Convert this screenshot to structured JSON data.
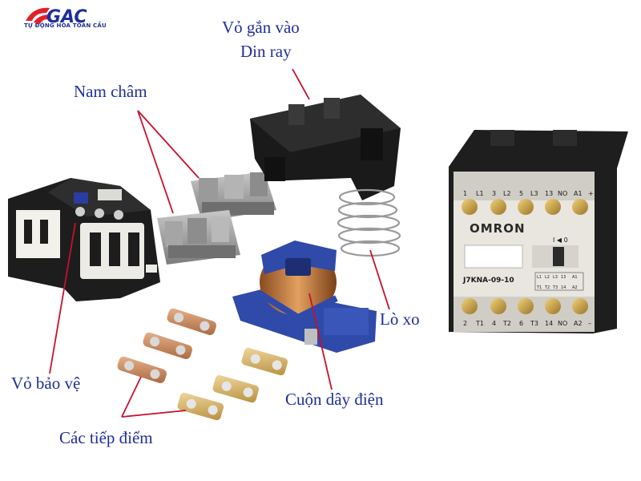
{
  "logo": {
    "mark": "GAC",
    "tagline": "TỰ ĐỘNG HÓA TOÀN CẦU",
    "colors": {
      "red": "#e21f26",
      "blue": "#1f2f98"
    }
  },
  "labels": {
    "housing_din": [
      "Vỏ gắn vào",
      "Din ray"
    ],
    "magnet": "Nam châm",
    "spring": "Lò xo",
    "coil": "Cuộn dây điện",
    "cover": "Vỏ bảo vệ",
    "contacts": "Các tiếp điểm"
  },
  "product": {
    "brand": "OMRON",
    "model": "J7KNA-09-10",
    "top_terminals": [
      "1",
      "L1",
      "3",
      "L2",
      "5",
      "L3",
      "13",
      "NO",
      "A1",
      "+"
    ],
    "bottom_terminals": [
      "2",
      "T1",
      "4",
      "T2",
      "6",
      "T3",
      "14",
      "NO",
      "A2",
      "–"
    ],
    "diagram_marks": [
      "L1",
      "L2",
      "L3",
      "13",
      "A1",
      "T1",
      "T2",
      "T3",
      "14",
      "A2"
    ],
    "switch_marks": "I ◀ 0"
  },
  "colors": {
    "label_text": "#1f2f98",
    "arrow": "#c8102e",
    "coil_frame": "#2f4aa8",
    "copper": "#c67a3c",
    "plastic": "#1b1b1b",
    "contactor_face": "#e8e6df"
  }
}
